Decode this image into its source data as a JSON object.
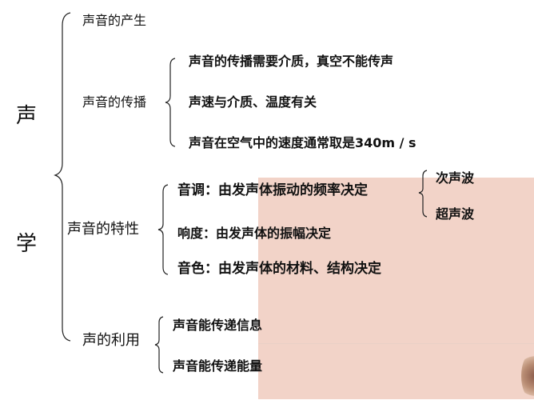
{
  "root": {
    "char1": "声",
    "char2": "学"
  },
  "branches": {
    "production": {
      "label": "声音的产生"
    },
    "propagation": {
      "label": "声音的传播",
      "items": [
        "声音的传播需要介质，真空不能传声",
        "声速与介质、温度有关",
        "声音在空气中的速度通常取是340m / s"
      ]
    },
    "characteristics": {
      "label": "声音的特性",
      "items": [
        "音调：由发声体振动的频率决定",
        "响度：由发声体的振幅决定",
        "音色：由发声体的材料、结构决定"
      ],
      "pitch_sub": [
        "次声波",
        "超声波"
      ]
    },
    "usage": {
      "label": "声的利用",
      "items": [
        "声音能传递信息",
        "声音能传递能量"
      ]
    }
  },
  "colors": {
    "background": "#ffffff",
    "accent_panel": "#f2d3c8",
    "text": "#111111"
  }
}
